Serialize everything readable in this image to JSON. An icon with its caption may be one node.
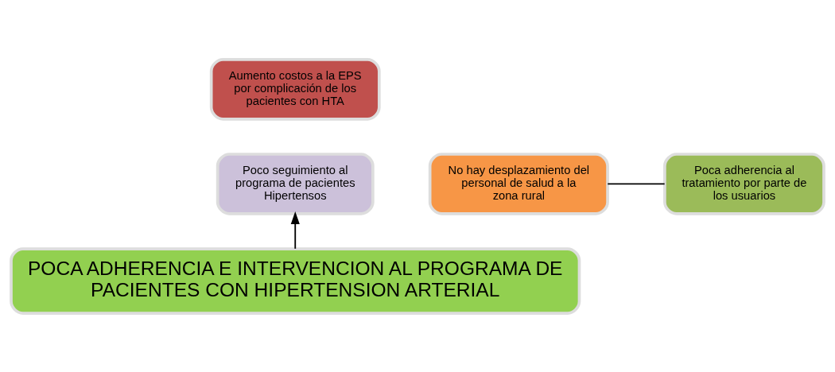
{
  "diagram": {
    "nodes": [
      {
        "text": [
          "Aumento costos a la EPS por complicación de los pacientes con HTA"
        ]
      },
      {
        "text": [
          "No hay desplazamiento del personal de salud a la zona rural"
        ]
      },
      {
        "text": [
          "Poco seguimiento al programa de pacientes Hipertensos"
        ]
      },
      {
        "text": [
          "Poca adherencia al tratamiento por parte de los usuarios"
        ]
      },
      {
        "text": [
          "POCA ADHERENCIA E INTERVENCION AL PROGRAMA DE PACIENTES CON HIPERTENSION ARTERIAL"
        ]
      }
    ],
    "edges": [
      {
        "from": 4,
        "to": 2,
        "arrow": "to"
      },
      {
        "from": 1,
        "to": 3,
        "arrow": "none"
      }
    ]
  }
}
